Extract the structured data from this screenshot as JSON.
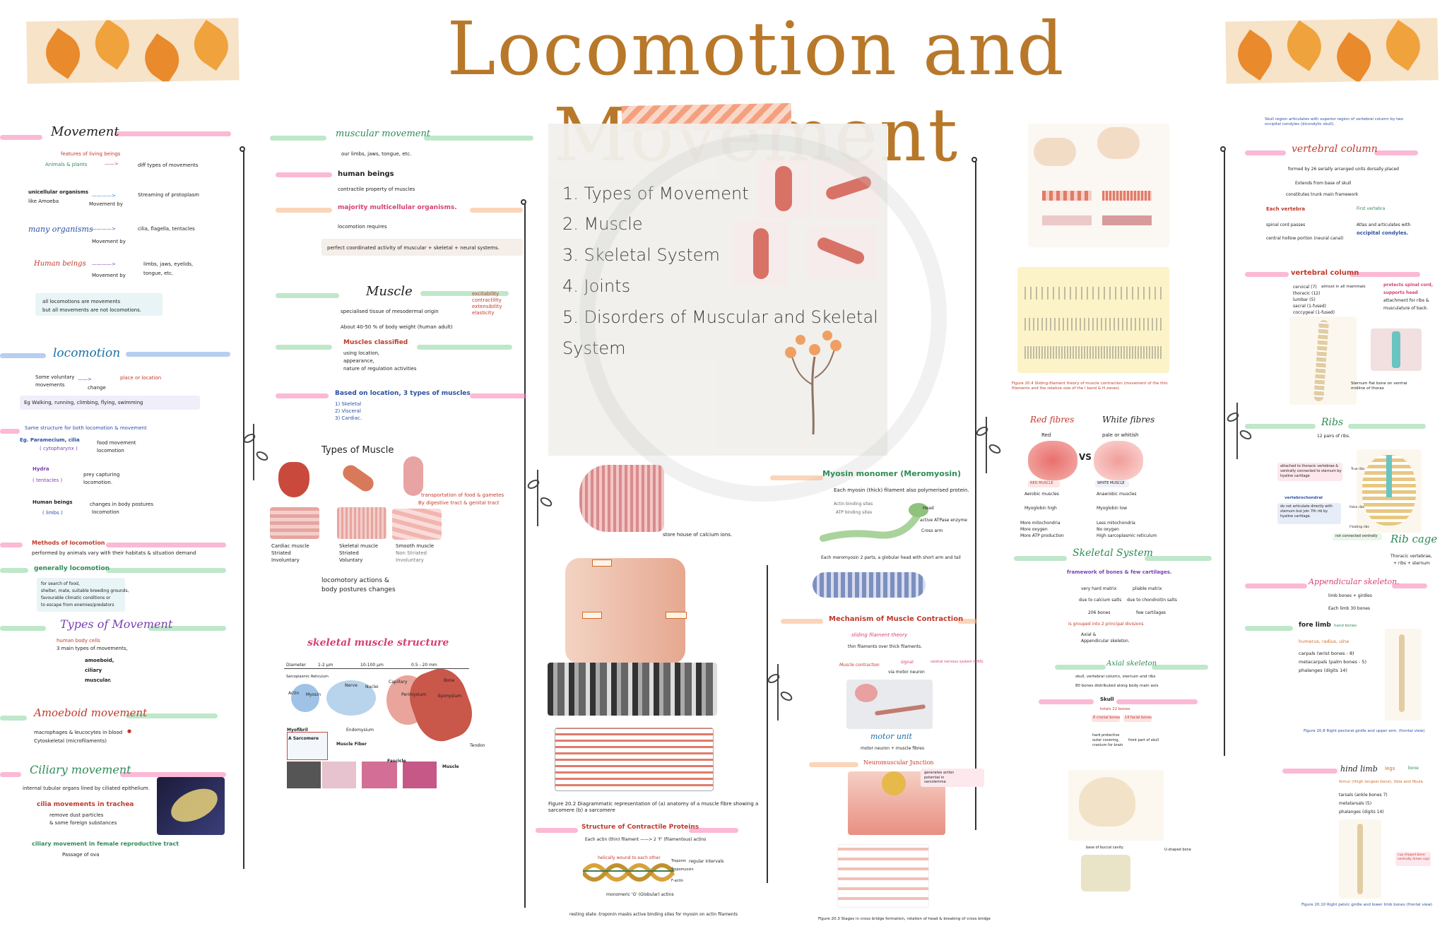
{
  "title": "Locomotion and Movement",
  "toc": [
    "1. Types of Movement",
    "2. Muscle",
    "3. Skeletal System",
    "4. Joints",
    "5. Disorders of Muscular and Skeletal",
    "System"
  ],
  "col1": {
    "movement": "Movement",
    "features": "features of living beings",
    "animals_plants": "Animals & plants",
    "diff_types": "diff types of movements",
    "unicellular": "unicellular organisms",
    "like_amoeba": "like Amoeba",
    "movement_by": "Movement by",
    "streaming": "Streaming of protoplasm",
    "many_organisms": "many organisms",
    "cilia": "cilia, flagella, tentacles",
    "human_beings": "Human beings",
    "limbs": "limbs, jaws, eyelids,",
    "tongue": "tongue, etc.",
    "all_loco1": "all locomotions are movements",
    "all_loco2": "but all movements are not locomotions.",
    "locomotion": "locomotion",
    "voluntary1": "Some voluntary",
    "voluntary2": "movements",
    "place": "place or location",
    "change": "change",
    "eg_walking": "Eg Walking, running, climbing, flying, swimming",
    "same_structure": "Same structure for both locomotion & movement",
    "paramecium": "Eg. Paramecium, cilia",
    "cytopharynx": "( cytopharynx )",
    "food_movement": "food movement",
    "loco1": "locomotion",
    "hydra": "Hydra",
    "tentacles": "( tentacles )",
    "prey": "prey capturing",
    "loco2": "locomotion.",
    "human2": "Human beings",
    "limbs2": "( limbs )",
    "postures": "changes in body postures",
    "loco3": "locomotion",
    "methods": "Methods of locomotion",
    "methods_desc": "performed by animals vary with their habitats & situation demand",
    "general": "generally locomotion",
    "search1": "for search of food,",
    "search2": "shelter, mate, suitable breeding grounds,",
    "search3": "favourable climatic conditions or",
    "search4": "to escape from enemies/predators",
    "types": "Types of Movement",
    "human_cells": "human body cells",
    "main_types": "3 main types of movements,",
    "amoeboid_i": "amoeboid,",
    "ciliary_i": "ciliary",
    "muscular_i": "muscular.",
    "amoeboid": "Amoeboid movement",
    "macrophages": "macrophages & leucocytes in blood",
    "cytoskeletal": "Cytoskeletal (microfilaments)",
    "ciliary": "Ciliary movement",
    "internal": "internal tubular organs lined by ciliated epithelium.",
    "trachea": "cilia movements in trachea",
    "dust": "remove dust particles",
    "foreign": "& some foreign substances",
    "female": "ciliary movement in female reproductive tract",
    "ova": "Passage of ova"
  },
  "col2": {
    "muscular": "muscular movement",
    "our_limbs": "our limbs, jaws, tongue, etc.",
    "human": "human beings",
    "contractile": "contractile property of muscles",
    "majority": "majority multicellular organisms.",
    "loco_req": "locomotion requires",
    "coordinated": "perfect coordinated activity of muscular + skeletal + neural systems.",
    "muscle": "Muscle",
    "specialised": "specialised tissue of mesodermal origin",
    "weight": "About 40-50 % of body weight (human adult)",
    "props": [
      "excitability",
      "contractility",
      "extensibility",
      "elasticity"
    ],
    "classified": "Muscles classified",
    "using": [
      "using location,",
      "appearance,",
      "nature of regulation activities"
    ],
    "based": "Based on location, 3 types of muscles",
    "types_list": [
      "1) Skeletal",
      "2) Visceral",
      "3) Cardiac."
    ],
    "types_of_muscle": "Types of Muscle",
    "transport": "transportation of food & gametes",
    "digestive": "By digestive tract & genital tract",
    "cardiac": [
      "Cardiac muscle",
      "Striated",
      "Involuntary"
    ],
    "skeletal": [
      "Skeletal muscle",
      "Striated",
      "Voluntary"
    ],
    "smooth": [
      "Smooth muscle",
      "Non Striated",
      "Involuntary"
    ],
    "locomotory1": "locomotory actions &",
    "locomotory2": "body postures changes",
    "structure": "skeletal muscle structure",
    "diag_labels": [
      "Diameter",
      "1-2 µm",
      "10-100 µm",
      "0.5 - 20 mm",
      "Bone",
      "Sarcoplasmic Reticulum",
      "Nerve",
      "Nuclei",
      "Capillary",
      "Actin",
      "Myosin",
      "Perimysium",
      "Epimysium",
      "Endomysium",
      "Myofibril",
      "A Sarcomere",
      "Muscle Fiber",
      "Fascicle",
      "Muscle",
      "Tendon"
    ]
  },
  "col3": {
    "store": "store house of calcium ions.",
    "figure": "Figure 20.2 Diagrammatic representation of (a) anatomy of a muscle fibre showing a sarcomere (b) a sarcomere",
    "contractile": "Structure of Contractile Proteins",
    "actin_desc": "Each actin (thin) filament ——> 2 'F' (filamentous) actins",
    "helical": "helically wound to each other",
    "tropo": [
      "Troponin",
      "regular intervals",
      "Tropomyosin",
      "F-actin"
    ],
    "monomeric": "monomeric 'G' (Globular) actins",
    "resting": "resting state :troponin masks active binding sites for myosin on actin filaments"
  },
  "col4": {
    "myosin": "Myosin monomer (Meromyosin)",
    "myosin_desc": "Each myosin (thick) filament also polymerised protein.",
    "actin_sites": "Actin binding sites",
    "atp_sites": "ATP binding sites",
    "head": "Head",
    "atpase": "active ATPase enzyme",
    "cross": "Cross arm",
    "meromyosin": "Each meromyosin 2 parts, a globular head with short arm and tail",
    "mech": "Mechanism of Muscle Contraction",
    "sliding": "sliding filament theory",
    "thin": "thin filaments over thick filaments.",
    "contraction": "Muscle contraction",
    "signal": "signal",
    "cns": "central nervous system (CNS)",
    "via": "via motor neuron",
    "motor_unit": "motor unit",
    "motor_fibres": "motor neuron + muscle fibres",
    "nmj": "Neuromuscular Junction",
    "generates": "generates action potential in sarcolemma",
    "fig20_3": "Figure 20.3 Stages in cross bridge formation, rotation of head & breaking of cross bridge"
  },
  "col5": {
    "fig20_4": "Figure 20.4 Sliding-filament theory of muscle contraction (movement of the thin filaments and the relative size of the I band & H zones)",
    "red": "Red fibres",
    "white": "White fibres",
    "red2": "Red",
    "pale": "pale or whitish",
    "vs": "VS",
    "red_muscle": "RED MUSCLE",
    "white_muscle": "WHITE MUSCLE",
    "aerobic": "Aerobic muscles",
    "anaerobic": "Anaerobic muscles",
    "myo_high": "Myoglobin high",
    "myo_low": "Myoglobin low",
    "red_list": [
      "More mitochondria",
      "More oxygen",
      "More ATP production"
    ],
    "white_list": [
      "Less mitochondria",
      "No oxygen",
      "High sarcoplasmic reticulum"
    ],
    "skeletal": "Skeletal System",
    "framework": "framework of bones & few cartilages.",
    "hard": "very hard matrix",
    "calcium": "due to calcium salts",
    "pliable": "pliable matrix",
    "chondroitin": "due to chondroitin salts",
    "bones206": "206 bones",
    "few": "few cartilages",
    "grouped": "is grouped into 2 principal divisions",
    "axial_app": [
      "Axial &",
      "Appendicular skeleton."
    ],
    "axial": "Axial skeleton",
    "axial_desc": [
      "skull, vertebral column, sternum and ribs",
      "80 bones distributed along body main axis"
    ],
    "skull": "Skull",
    "totals": "totals 22 bones",
    "cranial": "8 cranial bones",
    "facial": "14 facial bones",
    "hard_protect": [
      "hard protective",
      "outer covering,",
      "cranium for brain"
    ],
    "front": "front part of skull",
    "buccal": "base of buccal cavity",
    "ushaped": "U-shaped bone"
  },
  "col6": {
    "skull_region": "Skull region articulates with superior region of vertebral column by two occipital condyles (dicondylic skull).",
    "vertebral": "vertebral column",
    "formed": "formed by 26 serially arranged units dorsally placed",
    "extends": "Extends from base of skull",
    "constitutes": "constitutes trunk main framework",
    "each": "Each vertebra",
    "first": "First vertebra",
    "spinal": "spinal cord passes",
    "central": "central hollow portion (neural canal)",
    "atlas": "Atlas and articulates with",
    "occipital": "occipital condyles.",
    "vertebral2": "vertebral column",
    "regions": [
      "cervical (7)",
      "thoracic (12)",
      "lumbar (5)",
      "sacral (1-fused)",
      "coccygeal (1-fused)"
    ],
    "mammals": "almost in all mammals",
    "protects": "protects spinal cord,",
    "supports": "supports head",
    "attachment": "attachment for ribs &",
    "musculature": "musculature of back.",
    "sternum": "Sternum flat bone on ventral midline of thorax",
    "ribs": "Ribs",
    "pairs": "12 pairs of ribs.",
    "attached": "attached to thoracic vertebrae & ventrally connected to sternum by hyaline cartilage",
    "vertebrochondral": "vertebrochondral",
    "vc_desc": "do not articulate directly with sternum but join 7th rib by hyaline cartilage.",
    "not_connected": "not connected ventrally",
    "true": "True ribs",
    "false": "False ribs",
    "floating": "Floating ribs",
    "rib_cage": "Rib cage",
    "rib_cage_desc": [
      "Thoracic vertebrae,",
      "+ ribs + sternum"
    ],
    "appendicular": "Appendicular skeleton.",
    "limb_bones": "limb bones + girdles",
    "bones60": "Each limb 30 bones",
    "fore": "fore limb",
    "hand": "hand bones",
    "humerus": "humerus, radius, ulna",
    "carpals": "carpals (wrist bones - 8)",
    "metacarpals": "metacarpals (palm bones - 5)",
    "phalanges": "phalanges (digits 14)",
    "fig20_8": "Figure 20.8 Right pectoral girdle and upper arm. (frontal view)",
    "hind": "hind limb",
    "legs": "legs",
    "bone": "bone",
    "femur": "femur (thigh longest bone), tibia and fibula",
    "tarsals": "tarsals (ankle bones 7)",
    "metatarsals": "metatarsals (5)",
    "phalanges2": "phalanges (digits 14)",
    "cup": "cup shaped bone ventrally (knee cap)",
    "fig20_10": "Figure 20.10 Right pelvic girdle and lower limb bones (frontal view)"
  }
}
